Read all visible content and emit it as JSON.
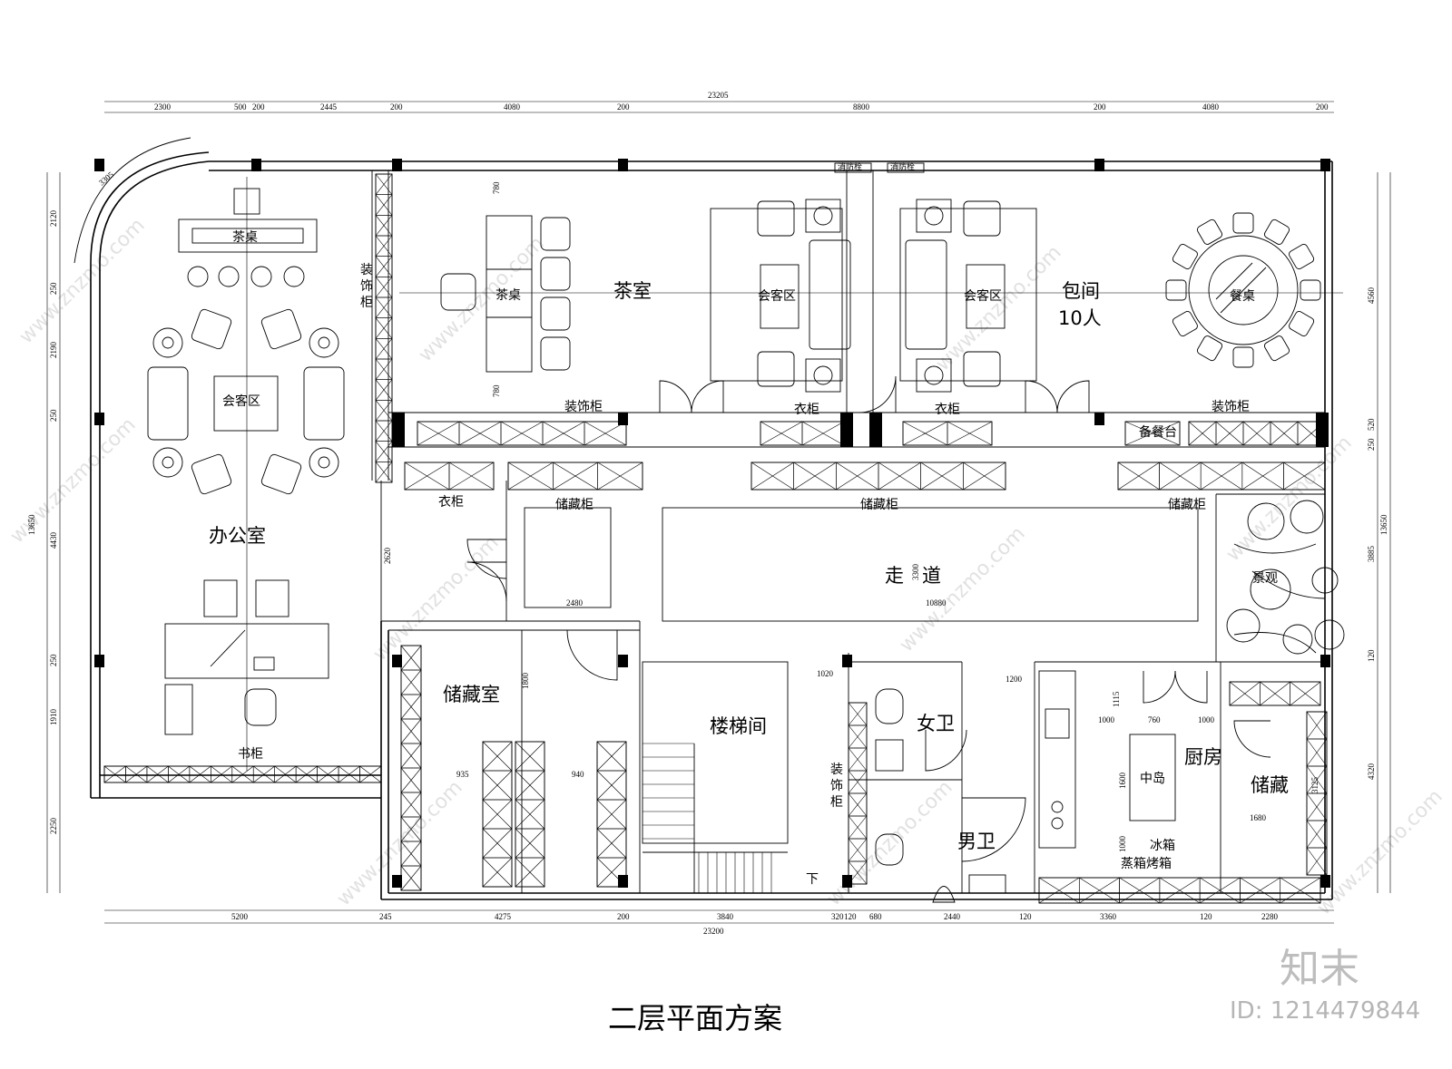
{
  "title": "二层平面方案",
  "watermark": {
    "brand": "知末",
    "id": "ID: 1214479844",
    "site": "www.znzmo.com"
  },
  "rooms": {
    "office": "办公室",
    "tearoom": "茶室",
    "private_room": "包间",
    "private_room_capacity": "10人",
    "corridor": "走   道",
    "storage_room": "储藏室",
    "stairwell": "楼梯间",
    "womens_wc": "女卫",
    "mens_wc": "男卫",
    "kitchen": "厨房",
    "storage": "储藏"
  },
  "labels": {
    "tea_table": "茶桌",
    "reception": "会客区",
    "decor_cabinet": "装饰柜",
    "decor_cabinet_vertical": "装\n饰\n柜",
    "wardrobe": "衣柜",
    "storage_cabinet": "储藏柜",
    "dining_table": "餐桌",
    "serving_station": "备餐台",
    "bookcase": "书柜",
    "landscape": "景观",
    "island": "中岛",
    "fridge": "冰箱",
    "steam_oven": "蒸箱烤箱",
    "hydrant": "消防栓",
    "down": "下"
  },
  "dimensions": {
    "top_total": "23205",
    "top": [
      "2300",
      "500",
      "200",
      "2445",
      "200",
      "4080",
      "200",
      "8800",
      "200",
      "4080",
      "200"
    ],
    "bottom_total": "23200",
    "bottom": [
      "5200",
      "245",
      "4275",
      "200",
      "3840",
      "320",
      "120",
      "680",
      "2440",
      "120",
      "3360",
      "120",
      "2280"
    ],
    "left_total": "13650",
    "left": [
      "2120",
      "250",
      "2190",
      "250",
      "4430",
      "250",
      "1910",
      "2250"
    ],
    "right_total": "13650",
    "right": [
      "4560",
      "520",
      "250",
      "3885",
      "120",
      "4320"
    ],
    "arc": "3305",
    "inner": [
      "780",
      "780",
      "2620",
      "2480",
      "3300",
      "10880",
      "1800",
      "935",
      "940",
      "1020",
      "1200",
      "1115",
      "1000",
      "760",
      "1000",
      "1600",
      "3125",
      "1680",
      "1000"
    ]
  }
}
